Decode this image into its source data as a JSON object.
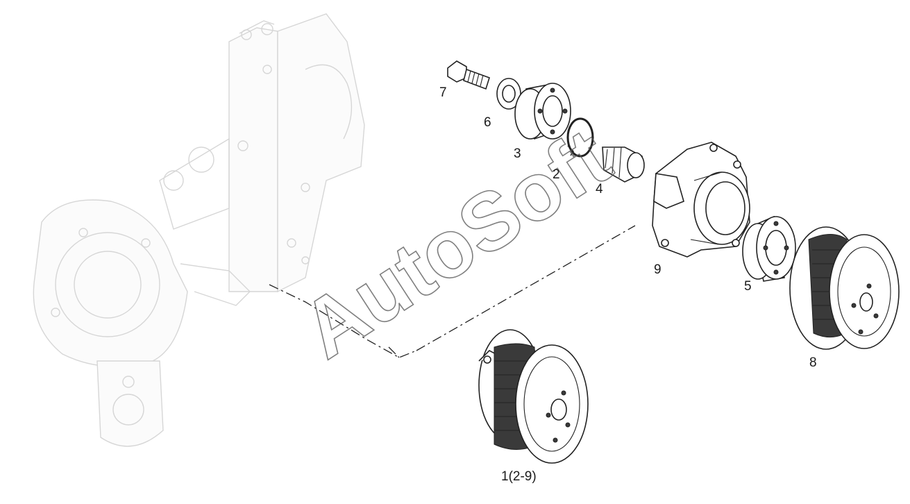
{
  "watermark": "AutoSoft",
  "callouts": {
    "c1": "1(2-9)",
    "c2": "2",
    "c3": "3",
    "c4": "4",
    "c5": "5",
    "c6": "6",
    "c7": "7",
    "c8": "8",
    "c9": "9"
  }
}
